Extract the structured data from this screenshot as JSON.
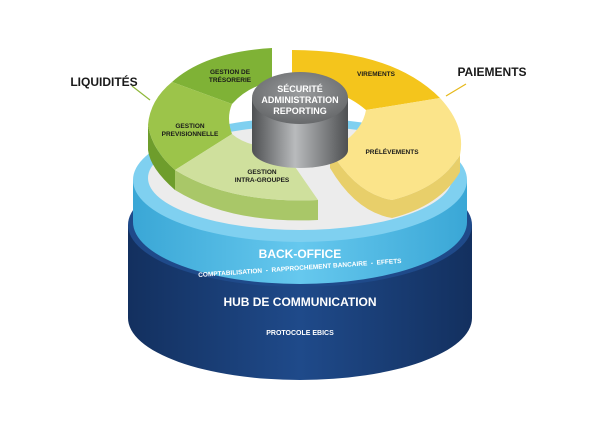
{
  "colors": {
    "navy": "#1f4a8a",
    "navy_dark": "#173a70",
    "light_blue": "#5bc3ec",
    "light_blue_dark": "#3aa7d6",
    "green_dark": "#7fb236",
    "green_mid": "#9cc44a",
    "green_light": "#cfe09d",
    "yellow_dark": "#f2c21a",
    "yellow_light": "#fbe48a",
    "gray_cylinder": "#8a8c8e",
    "pointer_line": "#c8b43a"
  },
  "labels": {
    "liquidites": "LIQUIDITÉS",
    "paiements": "PAIEMENTS"
  },
  "center": {
    "line1": "SÉCURITÉ",
    "line2": "ADMINISTRATION",
    "line3": "REPORTING"
  },
  "segments": {
    "tresorerie": {
      "line1": "GESTION DE",
      "line2": "TRÉSORERIE"
    },
    "previsionnelle": {
      "line1": "GESTION",
      "line2": "PREVISIONNELLE"
    },
    "intra_groupes": {
      "line1": "GESTION",
      "line2": "INTRA-GROUPES"
    },
    "virements": {
      "line1": "VIREMENTS"
    },
    "prelevements": {
      "line1": "PRÉLÉVEMENTS"
    }
  },
  "back_office": {
    "title": "BACK-OFFICE",
    "subtitle": "COMPTABILISATION  -  RAPPROCHEMENT BANCAIRE  -  EFFETS"
  },
  "hub": {
    "title": "HUB DE COMMUNICATION",
    "subtitle": "PROTOCOLE EBICS"
  }
}
